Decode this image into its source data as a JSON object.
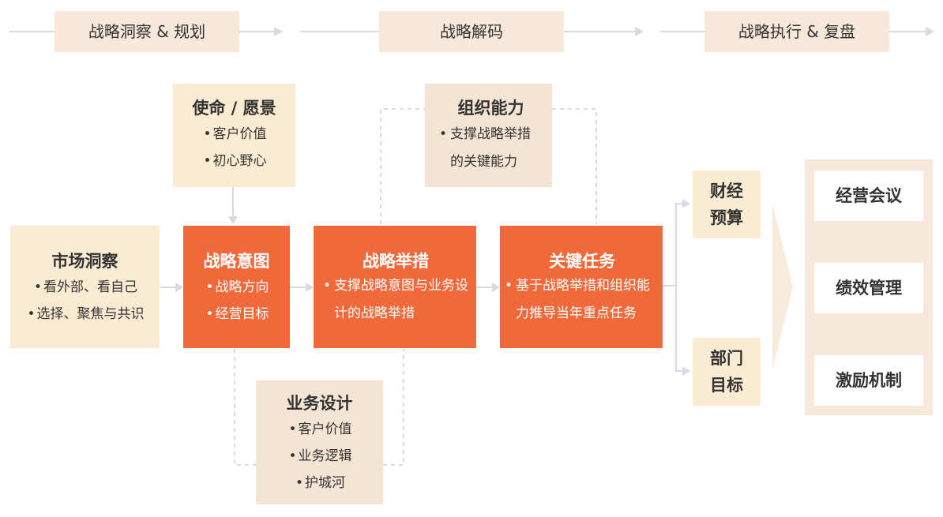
{
  "phases": [
    {
      "label": "战略洞察 & 规划"
    },
    {
      "label": "战略解码"
    },
    {
      "label": "战略执行 & 复盘"
    }
  ],
  "boxes": {
    "mission": {
      "title": "使命 / 愿景",
      "items": [
        "客户价值",
        "初心野心"
      ]
    },
    "market": {
      "title": "市场洞察",
      "items": [
        "看外部、看自己",
        "选择、聚焦与共识"
      ]
    },
    "intent": {
      "title": "战略意图",
      "items": [
        "战略方向",
        "经营目标"
      ]
    },
    "initiatives": {
      "title": "战略举措",
      "items": [
        "支撑战略意图与业务设计的战略举措"
      ]
    },
    "organization": {
      "title": "组织能力",
      "items": [
        "支撑战略举措的关键能力"
      ]
    },
    "key_tasks": {
      "title": "关键任务",
      "items": [
        "基于战略举措和组织能力推导当年重点任务"
      ]
    },
    "business_design": {
      "title": "业务设计",
      "items": [
        "客户价值",
        "业务逻辑",
        "护城河"
      ]
    }
  },
  "outputs": {
    "finance": [
      "财经",
      "预算"
    ],
    "dept": [
      "部门",
      "目标"
    ]
  },
  "mechanisms": [
    "经营会议",
    "绩效管理",
    "激励机制"
  ],
  "bullet": "•",
  "colors": {
    "accent": "#f0693a",
    "light_beige": "#fbebd2",
    "tan": "#f4e4d4",
    "line": "#d8d9e4",
    "dashed": "#d0d0d0"
  }
}
